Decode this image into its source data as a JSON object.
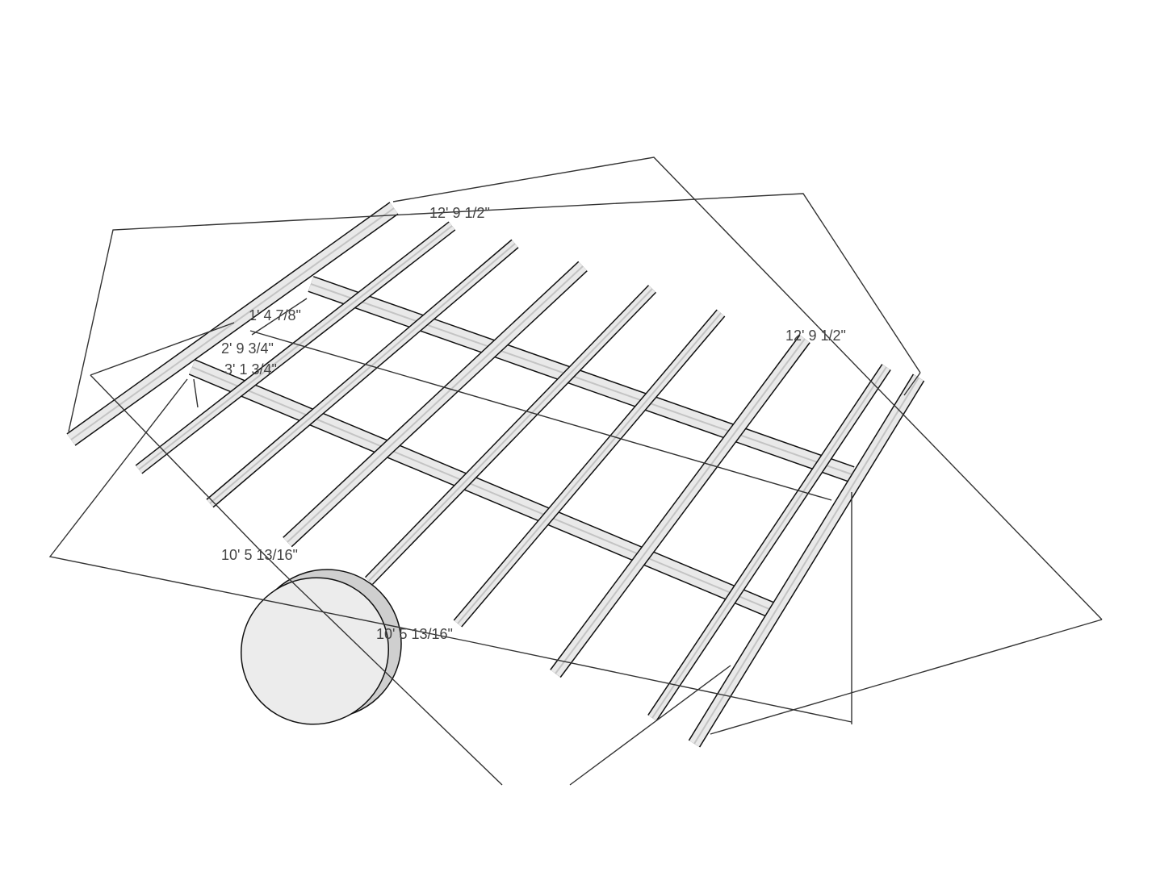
{
  "drawing": {
    "dimensions": {
      "top_length": "12' 9 1/2\"",
      "right_length": "12' 9 1/2\"",
      "spacing_1": "1' 4 7/8\"",
      "spacing_2": "2' 9 3/4\"",
      "spacing_3": "3' 1 3/4\"",
      "left_width": "10' 5 13/16\"",
      "bottom_width": "10' 5 13/16\""
    },
    "rafter_count": 9,
    "joist_count": 2,
    "colors": {
      "line": "#111111",
      "face": "#e9e9e9",
      "label": "#444444"
    }
  }
}
